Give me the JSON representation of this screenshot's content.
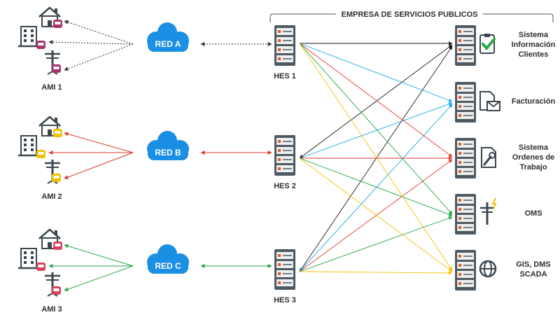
{
  "header": {
    "title": "EMPRESA DE SERVICIOS PUBLICOS"
  },
  "ami": [
    {
      "label": "AMI 1",
      "meter_color": "#a8336a"
    },
    {
      "label": "AMI 2",
      "meter_color": "#f2c200"
    },
    {
      "label": "AMI 3",
      "meter_color": "#d6455a"
    }
  ],
  "networks": [
    {
      "label": "RED A",
      "line_color": "#333333"
    },
    {
      "label": "RED B",
      "line_color": "#e0392b"
    },
    {
      "label": "RED C",
      "line_color": "#22a846"
    }
  ],
  "hes": [
    {
      "label": "HES 1"
    },
    {
      "label": "HES 2"
    },
    {
      "label": "HES 3"
    }
  ],
  "systems": [
    {
      "lines": [
        "Sistema",
        "Información",
        "Clientes"
      ],
      "icon": "checklist-icon"
    },
    {
      "lines": [
        "Facturación"
      ],
      "icon": "invoice-mail-icon"
    },
    {
      "lines": [
        "Sistema",
        "Ordenes de",
        "Trabajo"
      ],
      "icon": "work-order-icon"
    },
    {
      "lines": [
        "OMS"
      ],
      "icon": "power-pole-icon"
    },
    {
      "lines": [
        "GIS, DMS",
        "SCADA"
      ],
      "icon": "globe-icon"
    }
  ],
  "colors": {
    "cloud": "#1a8fe3",
    "server": "#4e5a63",
    "hes1_links": "#f2c200",
    "hes2_links": "#1a1a1a",
    "hes3_links": "#1ea7e8",
    "to_billing": "#1ea7e8",
    "to_work_orders": "#e0392b",
    "to_oms": "#22a846",
    "to_gis": "#f2c200"
  }
}
